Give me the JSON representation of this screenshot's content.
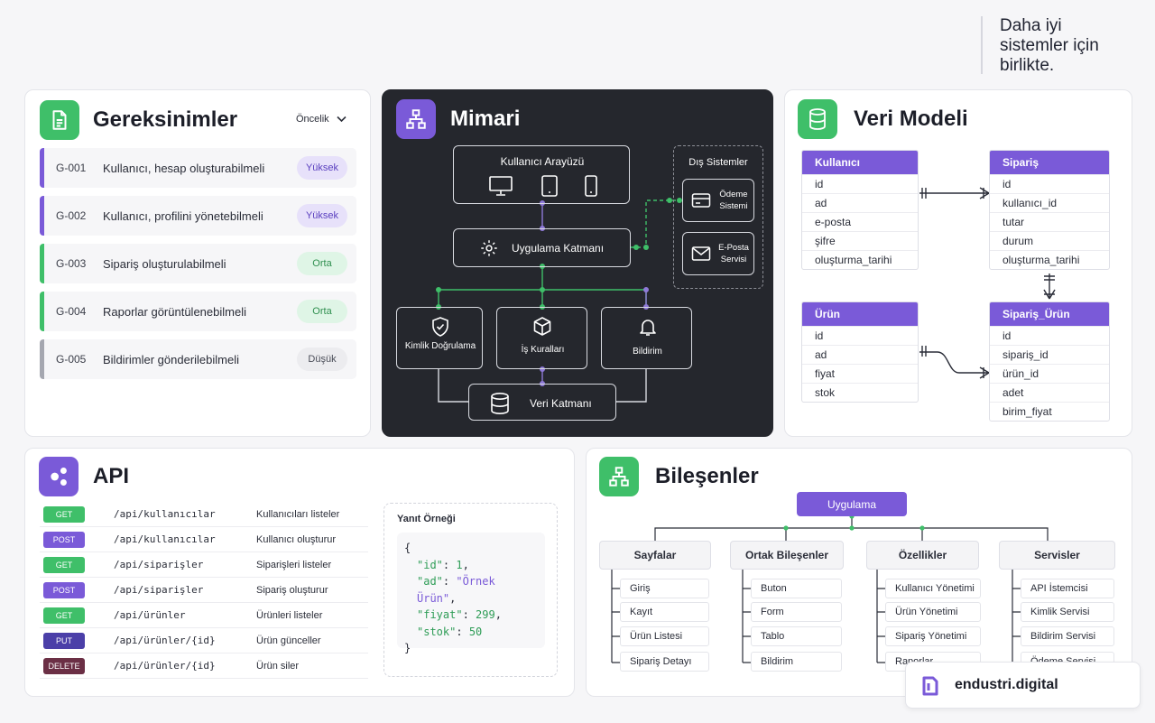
{
  "tagline": [
    "Daha iyi",
    "sistemler için",
    "birlikte."
  ],
  "colors": {
    "green": "#3fbf69",
    "purple": "#7a5ad8",
    "dark": "#25272d",
    "gray": "#a5a7b0"
  },
  "requirements": {
    "title": "Gereksinimler",
    "icon": "document-icon",
    "filter_label": "Öncelik",
    "items": [
      {
        "id": "G-001",
        "text": "Kullanıcı, hesap oluşturabilmeli",
        "priority": "Yüksek",
        "level": "high"
      },
      {
        "id": "G-002",
        "text": "Kullanıcı, profilini yönetebilmeli",
        "priority": "Yüksek",
        "level": "high"
      },
      {
        "id": "G-003",
        "text": "Sipariş oluşturulabilmeli",
        "priority": "Orta",
        "level": "mid"
      },
      {
        "id": "G-004",
        "text": "Raporlar görüntülenebilmeli",
        "priority": "Orta",
        "level": "mid"
      },
      {
        "id": "G-005",
        "text": "Bildirimler gönderilebilmeli",
        "priority": "Düşük",
        "level": "low"
      }
    ]
  },
  "architecture": {
    "title": "Mimari",
    "icon": "hierarchy-icon",
    "ui_layer": "Kullanıcı Arayüzü",
    "app_layer": "Uygulama Katmanı",
    "modules": [
      "Kimlik Doğrulama",
      "İş Kuralları",
      "Bildirim"
    ],
    "data_layer": "Veri Katmanı",
    "external_title": "Dış Sistemler",
    "external": [
      "Ödeme Sistemi",
      "E-Posta Servisi"
    ]
  },
  "data_model": {
    "title": "Veri Modeli",
    "icon": "database-icon",
    "tables": [
      {
        "name": "Kullanıcı",
        "fields": [
          "id",
          "ad",
          "e-posta",
          "şifre",
          "oluşturma_tarihi"
        ]
      },
      {
        "name": "Sipariş",
        "fields": [
          "id",
          "kullanıcı_id",
          "tutar",
          "durum",
          "oluşturma_tarihi"
        ]
      },
      {
        "name": "Ürün",
        "fields": [
          "id",
          "ad",
          "fiyat",
          "stok"
        ]
      },
      {
        "name": "Sipariş_Ürün",
        "fields": [
          "id",
          "sipariş_id",
          "ürün_id",
          "adet",
          "birim_fiyat"
        ]
      }
    ]
  },
  "api": {
    "title": "API",
    "icon": "share-nodes-icon",
    "endpoints": [
      {
        "method": "GET",
        "path": "/api/kullanıcılar",
        "desc": "Kullanıcıları listeler"
      },
      {
        "method": "POST",
        "path": "/api/kullanıcılar",
        "desc": "Kullanıcı oluşturur"
      },
      {
        "method": "GET",
        "path": "/api/siparişler",
        "desc": "Siparişleri listeler"
      },
      {
        "method": "POST",
        "path": "/api/siparişler",
        "desc": "Sipariş oluşturur"
      },
      {
        "method": "GET",
        "path": "/api/ürünler",
        "desc": "Ürünleri listeler"
      },
      {
        "method": "PUT",
        "path": "/api/ürünler/{id}",
        "desc": "Ürün günceller"
      },
      {
        "method": "DELETE",
        "path": "/api/ürünler/{id}",
        "desc": "Ürün siler"
      }
    ],
    "response_title": "Yanıt Örneği",
    "response": [
      {
        "key": "\"id\"",
        "value": "1",
        "kind": "number"
      },
      {
        "key": "\"ad\"",
        "value": "\"Örnek Ürün\"",
        "kind": "string"
      },
      {
        "key": "\"fiyat\"",
        "value": "299",
        "kind": "number"
      },
      {
        "key": "\"stok\"",
        "value": "50",
        "kind": "number"
      }
    ]
  },
  "components": {
    "title": "Bileşenler",
    "icon": "sitemap-icon",
    "root": "Uygulama",
    "groups": [
      {
        "name": "Sayfalar",
        "items": [
          "Giriş",
          "Kayıt",
          "Ürün Listesi",
          "Sipariş Detayı"
        ]
      },
      {
        "name": "Ortak Bileşenler",
        "items": [
          "Buton",
          "Form",
          "Tablo",
          "Bildirim"
        ]
      },
      {
        "name": "Özellikler",
        "items": [
          "Kullanıcı Yönetimi",
          "Ürün Yönetimi",
          "Sipariş Yönetimi",
          "Raporlar"
        ]
      },
      {
        "name": "Servisler",
        "items": [
          "API İstemcisi",
          "Kimlik Servisi",
          "Bildirim Servisi",
          "Ödeme Servisi"
        ]
      }
    ]
  },
  "brand": {
    "name": "endustri.digital",
    "icon": "brand-logo-icon"
  }
}
